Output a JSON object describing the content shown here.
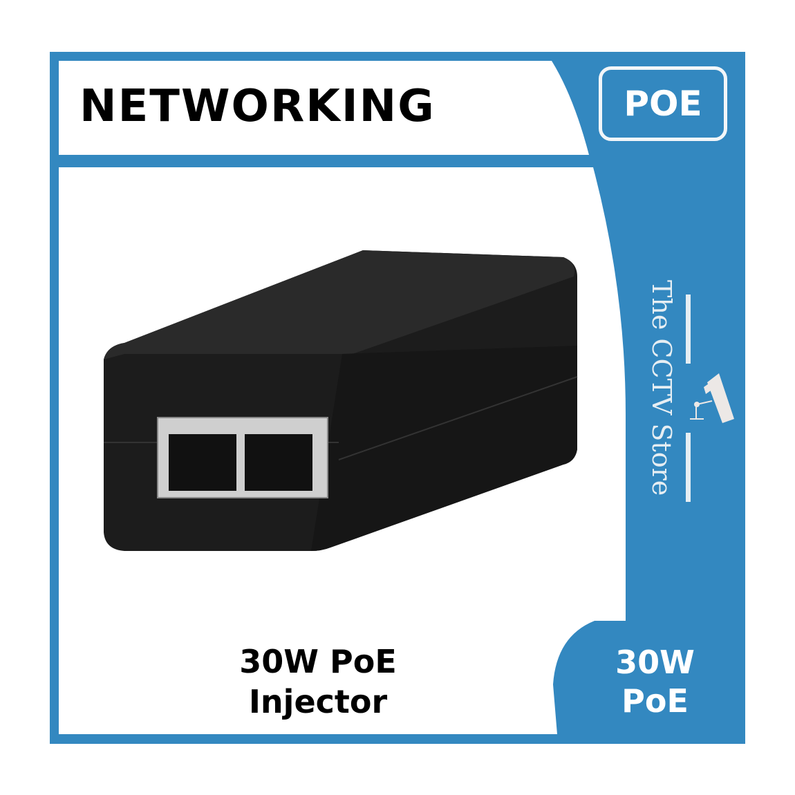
{
  "header": {
    "category": "NETWORKING",
    "badge": "POE"
  },
  "brand": {
    "name": "The CCTV Store",
    "icon": "cctv-camera-icon"
  },
  "product": {
    "caption_line1": "30W PoE",
    "caption_line2": "Injector"
  },
  "corner_badge": {
    "line1": "30W",
    "line2": "PoE"
  },
  "colors": {
    "accent": "#3388c0",
    "text": "#000000"
  }
}
